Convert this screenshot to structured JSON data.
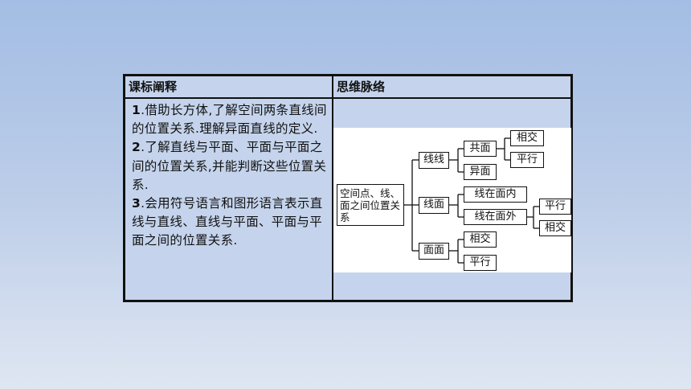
{
  "table": {
    "header_left": "课标阐释",
    "header_right": "思维脉络",
    "points": [
      {
        "num": "1",
        "text": ".借助长方体,了解空间两条直线间的位置关系.理解异面直线的定义."
      },
      {
        "num": "2",
        "text": ".了解直线与平面、平面与平面之间的位置关系,并能判断这些位置关系."
      },
      {
        "num": "3",
        "text": ".会用符号语言和图形语言表示直线与直线、直线与平面、平面与平面之间的位置关系."
      }
    ]
  },
  "diagram": {
    "root": "空间点、线、面之间位置关系",
    "line_line": "线线",
    "coplanar": "共面",
    "intersect1": "相交",
    "parallel1": "平行",
    "skew": "异面",
    "line_plane": "线面",
    "in_plane": "线在面内",
    "out_plane": "线在面外",
    "parallel2": "平行",
    "intersect2": "相交",
    "plane_plane": "面面",
    "intersect3": "相交",
    "parallel3": "平行"
  }
}
